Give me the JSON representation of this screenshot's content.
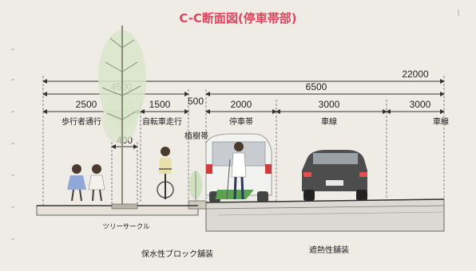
{
  "title": "C-C断面図(停車帯部)",
  "dimensions": {
    "total": "22000",
    "span_4500": "4500",
    "span_6500": "6500",
    "sidewalk": "2500",
    "bike": "1500",
    "planting": "500",
    "parking": "2000",
    "lane1": "3000",
    "lane2": "3000",
    "tree_circle": "400"
  },
  "labels": {
    "sidewalk": "歩行者通行",
    "bike": "自転車走行",
    "planting": "植樹帯",
    "parking": "停車帯",
    "lane1": "車線",
    "lane2": "車線",
    "tree_circle": "ツリーサークル",
    "paving_block": "保水性ブロック舗装",
    "paving_heat": "遮熱性舗装"
  },
  "colors": {
    "title": "#e0455f",
    "background": "#efece6",
    "road": "#dcd9d2",
    "tree": "#d8e6c9",
    "line": "#333333"
  }
}
